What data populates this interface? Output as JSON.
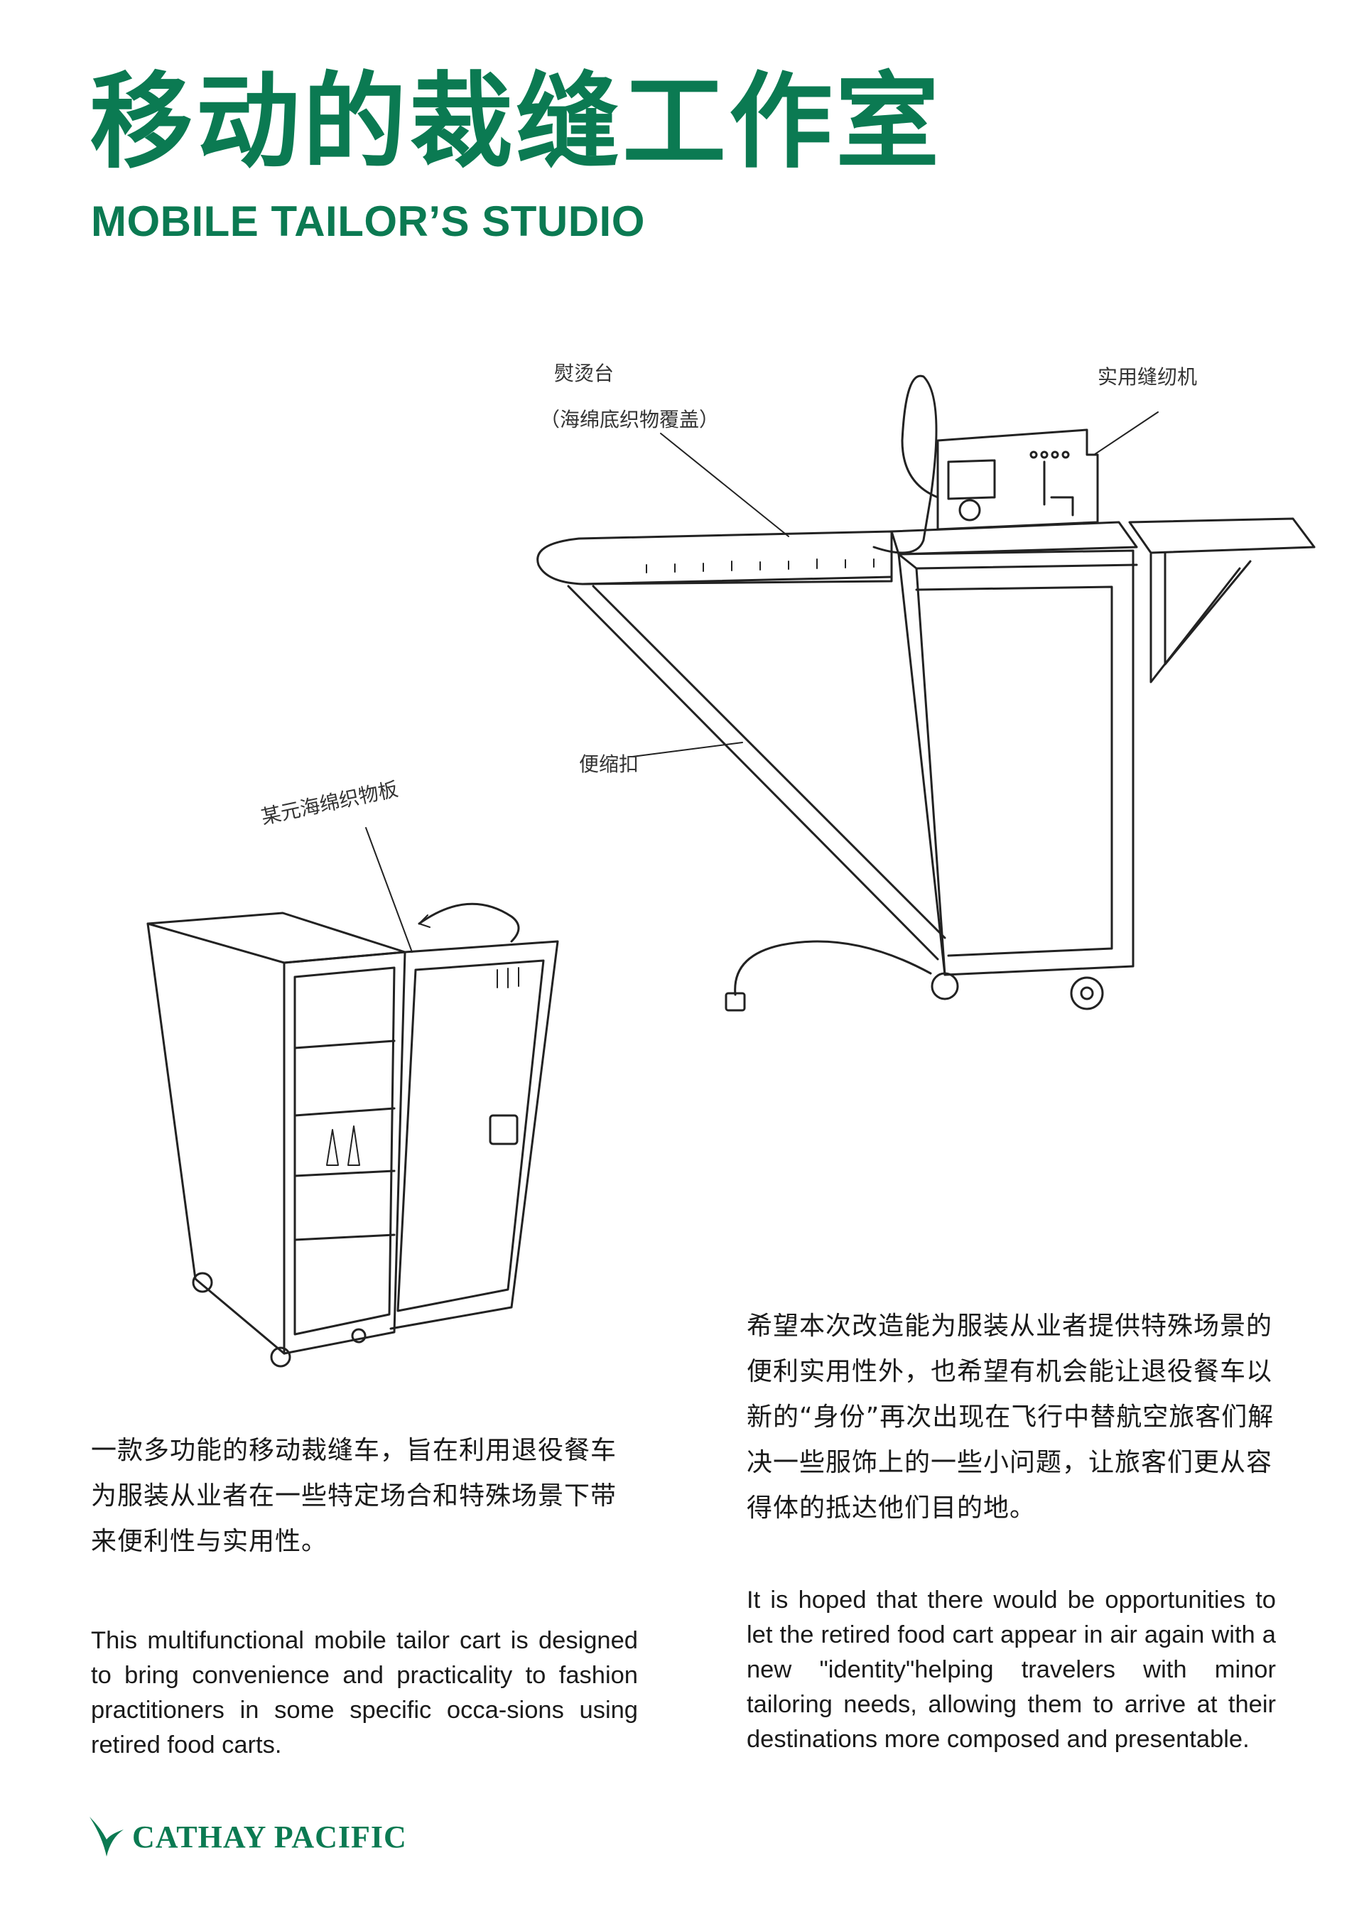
{
  "title": {
    "chinese": "移动的裁缝工作室",
    "english": "MOBILE TAILOR’S STUDIO"
  },
  "annotations": {
    "ironing_board": "熨烫台",
    "ironing_board_note": "（海绵底织物覆盖）",
    "sewing_machine": "实用缝纫机",
    "hinge": "便缩扣",
    "panel": "某元海绵织物板"
  },
  "left_column": {
    "chinese": "一款多功能的移动裁缝车，旨在利用退役餐车为服装从业者在一些特定场合和特殊场景下带来便利性与实用性。",
    "english": "This multifunctional mobile tailor cart is designed to bring convenience and practicality to fashion practitioners in some specific occa-sions using retired food carts."
  },
  "right_column": {
    "chinese": "希望本次改造能为服装从业者提供特殊场景的便利实用性外，也希望有机会能让退役餐车以新的“身份”再次出现在飞行中替航空旅客们解决一些服饰上的一些小问题，让旅客们更从容得体的抵达他们目的地。",
    "english": "It is hoped that there would be opportunities to let the retired food cart appear in air again with a new \"identity\"helping travelers with minor tailoring needs, allowing them to arrive at their destinations more composed and presentable."
  },
  "brand": {
    "name": "CATHAY PACIFIC",
    "icon": "brushwing-logo-icon",
    "color": "#0b7a52"
  }
}
